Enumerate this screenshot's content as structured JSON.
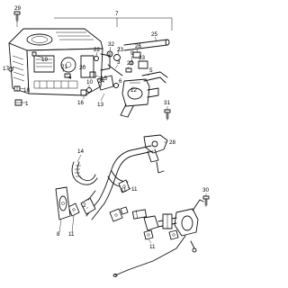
{
  "figure": {
    "type": "exploded-parts-diagram",
    "callouts": [
      "1",
      "2",
      "3",
      "4",
      "5",
      "6",
      "7",
      "8",
      "9",
      "10",
      "11",
      "12",
      "13",
      "14",
      "15",
      "16",
      "17",
      "18",
      "19",
      "20",
      "21",
      "22",
      "23",
      "24",
      "25",
      "26",
      "27",
      "28",
      "29",
      "30",
      "31",
      "32",
      "33"
    ],
    "visible_callouts": {
      "c29": "29",
      "c7": "7",
      "c25": "25",
      "c22": "22",
      "c32": "32",
      "c23": "23",
      "c26": "26",
      "c9": "9",
      "c33": "33",
      "c27": "27",
      "c3": "3",
      "c17": "17",
      "c19": "19",
      "c21": "21",
      "c20": "20",
      "c4": "4",
      "c18": "18",
      "c10": "10",
      "c1": "1",
      "c24": "24",
      "c16": "16",
      "c13": "13",
      "c6": "6",
      "c12": "12",
      "c15": "15",
      "c5": "5",
      "c31": "31",
      "c28": "28",
      "c14": "14",
      "c11a": "11",
      "c11b": "11",
      "c11c": "11",
      "c2": "2",
      "c8": "8",
      "c30": "30",
      "c11d": "11"
    }
  }
}
